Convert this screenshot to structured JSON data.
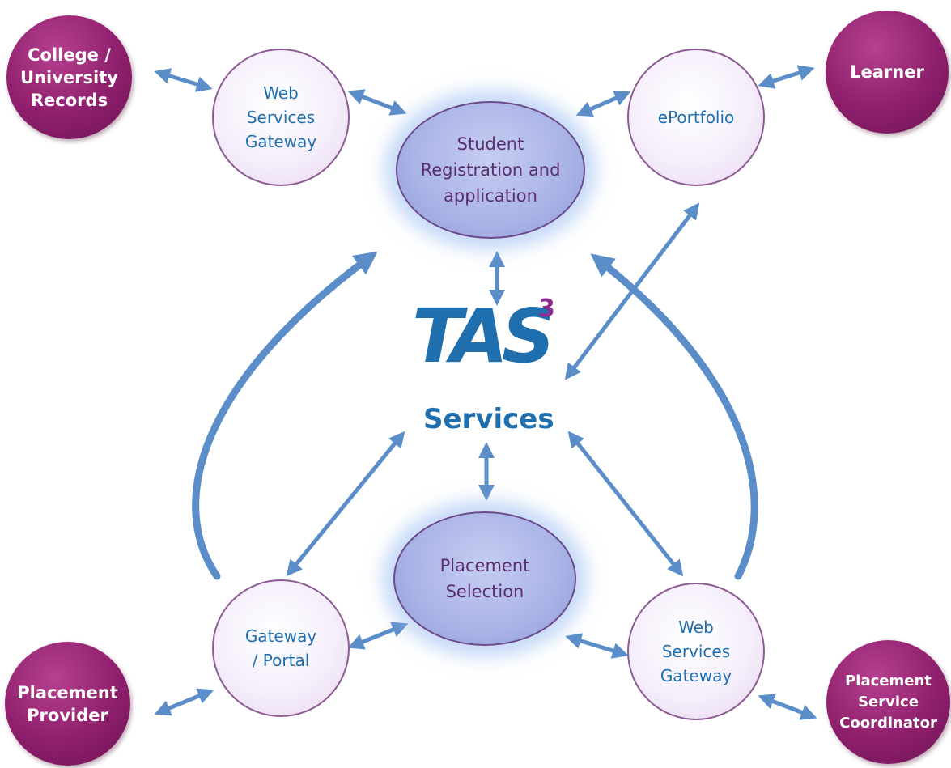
{
  "actors": {
    "college": "College /\nUniversity\nRecords",
    "learner": "Learner",
    "placement_provider": "Placement\nProvider",
    "placement_coordinator": "Placement\nService\nCoordinator"
  },
  "gateways": {
    "top_left": "Web\nServices\nGateway",
    "top_right": "ePortfolio",
    "bottom_left": "Gateway\n/ Portal",
    "bottom_right": "Web\nServices\nGateway"
  },
  "core": {
    "registration": "Student\nRegistration and\napplication",
    "placement": "Placement\nSelection"
  },
  "logo": {
    "letters": "TAS",
    "superscript": "3",
    "caption": "Services"
  },
  "colors": {
    "actor": "#8e1f6d",
    "gateway_text": "#1f6fae",
    "core_text": "#5a2e6e",
    "arrow": "#5b8ec9",
    "logo_blue": "#1f6fae",
    "logo_purple": "#8e2c8f"
  }
}
